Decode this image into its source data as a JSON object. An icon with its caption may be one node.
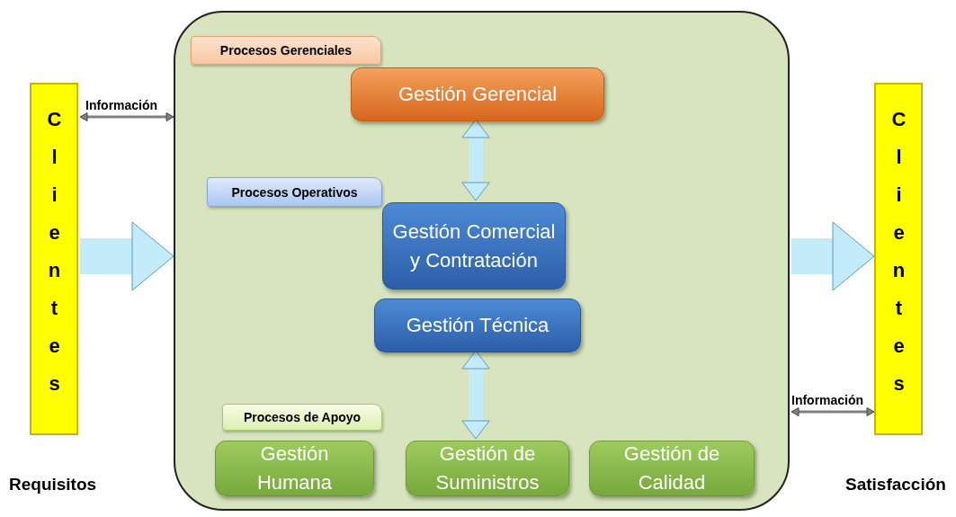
{
  "diagram": {
    "nodes": [
      {
        "text": [
          "Clientes"
        ],
        "beside": [
          "Requisitos"
        ]
      },
      {
        "text": [],
        "shape": "box"
      },
      {
        "text": [
          "Procesos Gerenciales"
        ],
        "in": 1
      },
      {
        "text": [
          "Gestión Gerencial"
        ],
        "in": 1
      },
      {
        "text": [
          "Procesos Operativos"
        ],
        "in": 1
      },
      {
        "text": [
          "Gestión Comercial y Contratación"
        ],
        "in": 1
      },
      {
        "text": [
          "Gestión Técnica"
        ],
        "in": 1
      },
      {
        "text": [
          "Procesos de Apoyo"
        ],
        "in": 1
      },
      {
        "text": [
          "Gestión Humana"
        ],
        "in": 1
      },
      {
        "text": [
          "Gestión de Suministros"
        ],
        "in": 1
      },
      {
        "text": [
          "Gestión de Calidad"
        ],
        "in": 1
      },
      {
        "text": [
          "Clientes"
        ],
        "beside": [
          "Satisfacción"
        ]
      }
    ],
    "edges": [
      {
        "from": 0,
        "to": 1,
        "arrow": "both",
        "label": "Información",
        "color": "#808080"
      },
      {
        "from": 0,
        "to": 1,
        "arrow": "to",
        "style": "thick"
      },
      {
        "from": 3,
        "to": 5,
        "arrow": "both"
      },
      {
        "from": 6,
        "to": 9,
        "arrow": "both"
      },
      {
        "from": 1,
        "to": 11,
        "arrow": "to",
        "style": "thick"
      },
      {
        "from": 1,
        "to": 11,
        "arrow": "both",
        "label": "Información",
        "color": "#808080"
      }
    ]
  }
}
